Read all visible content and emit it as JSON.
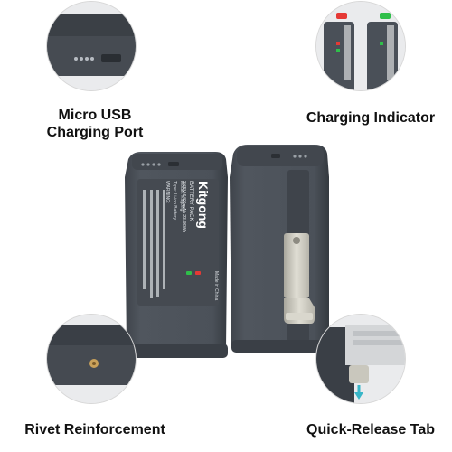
{
  "callouts": {
    "usb": {
      "line1": "Micro USB",
      "line2": "Charging Port"
    },
    "indicator": {
      "label": "Charging Indicator"
    },
    "rivet": {
      "label": "Rivet Reinforcement"
    },
    "tab": {
      "label": "Quick-Release Tab"
    }
  },
  "battery": {
    "brand": "Kitgong",
    "pack_label": "BATTERY PACK",
    "model_line": "Model: Kitgong",
    "spec_line": "3.65V 6400mAh 23.36Wh",
    "type_line": "Type: Li-ion Battery",
    "warning_title": "WARNING:",
    "origin": "Made in China"
  },
  "colors": {
    "battery_body": "#4a5058",
    "battery_dark": "#3a3f46",
    "metal": "#c9c7bd",
    "led_red": "#e53935",
    "led_green": "#2fbf4a"
  }
}
